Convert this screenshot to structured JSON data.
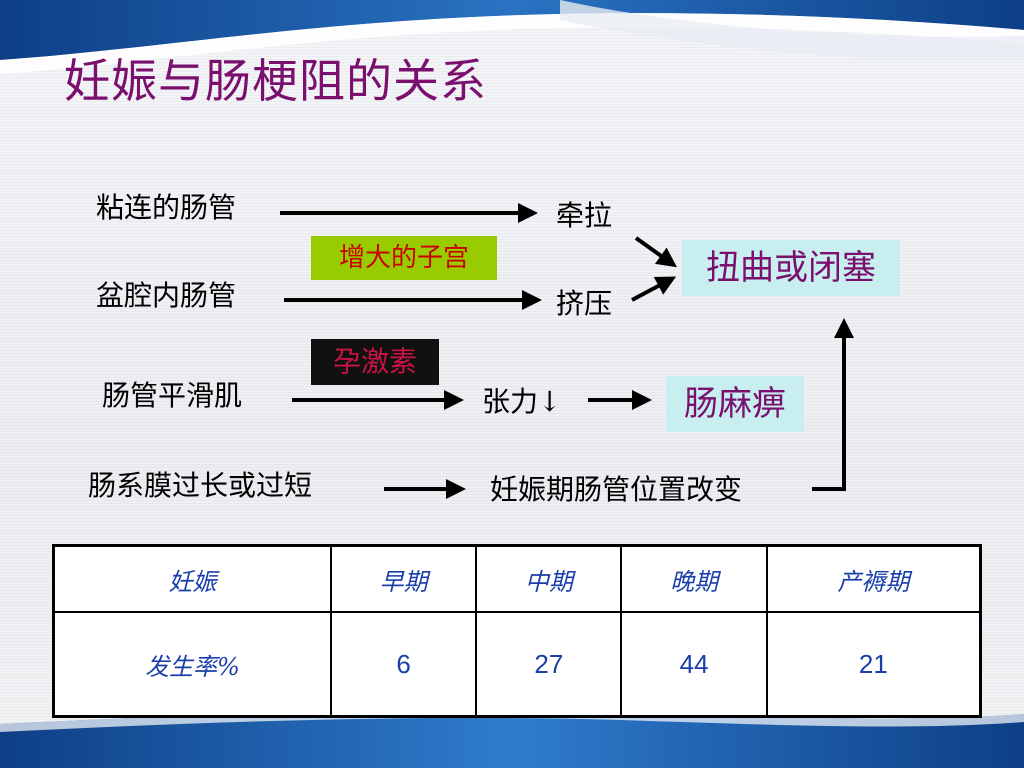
{
  "title": "妊娠与肠梗阻的关系",
  "diagram": {
    "causes": {
      "adhesion": "粘连的肠管",
      "pelvic": "盆腔内肠管",
      "smooth_muscle": "肠管平滑肌",
      "mesentery": "肠系膜过长或过短"
    },
    "factors": {
      "uterus": "增大的子宫",
      "progesterone": "孕激素"
    },
    "effects": {
      "traction": "牵拉",
      "compression": "挤压",
      "tension": "张力↓",
      "position_change": "妊娠期肠管位置改变"
    },
    "outcomes": {
      "torsion": "扭曲或闭塞",
      "paralysis": "肠麻痹"
    }
  },
  "table": {
    "headers": [
      "妊娠",
      "早期",
      "中期",
      "晚期",
      "产褥期"
    ],
    "row_label": "发生率%",
    "values": [
      "6",
      "27",
      "44",
      "21"
    ]
  },
  "colors": {
    "title": "#7a0f6e",
    "table_text": "#1a3fa8",
    "uterus_box": "#99cc00",
    "progesterone_box": "#111111",
    "outcome_box": "#c9eef0",
    "band_blue": "#1f5fa8"
  }
}
